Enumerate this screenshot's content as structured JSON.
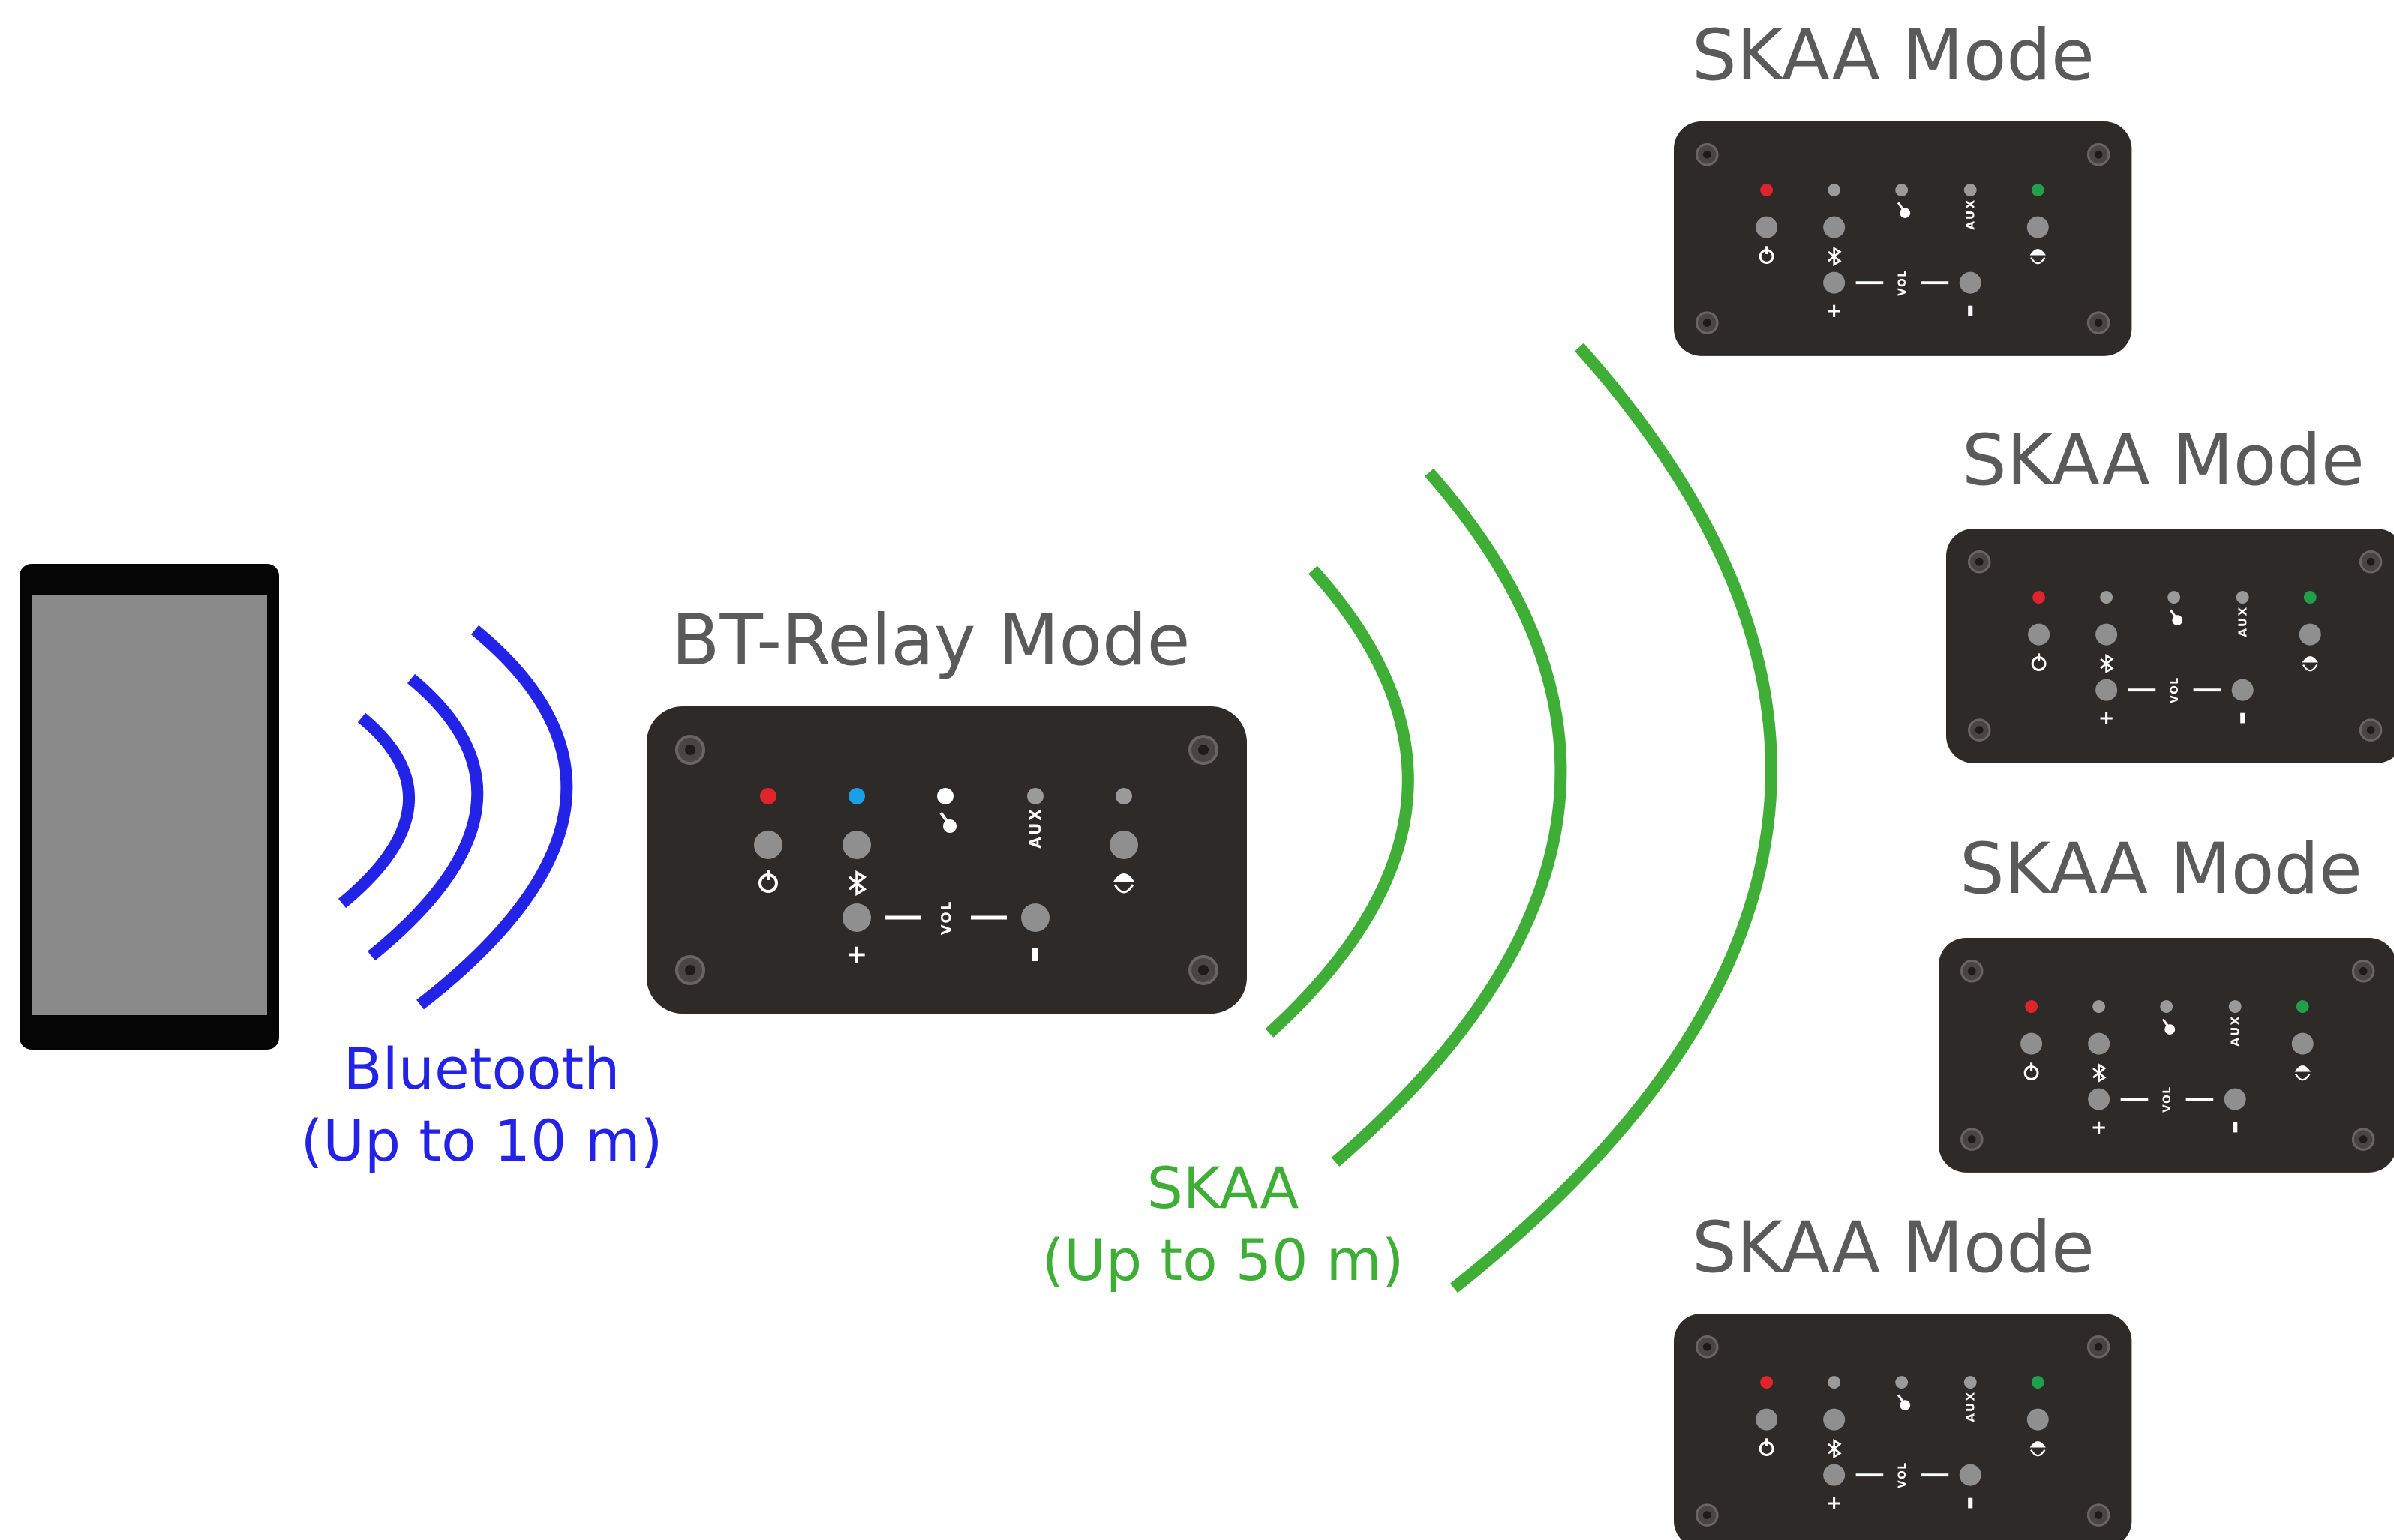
{
  "colors": {
    "bluetooth": "#2323e8",
    "skaa": "#3fae37",
    "panel": "#2e2a28",
    "title": "#5a5a5a",
    "led_red": "#e0242b",
    "led_blue": "#1aa0e6",
    "led_white": "#ffffff",
    "led_green": "#20a04a",
    "led_off": "#9a9a9a"
  },
  "phone": {
    "icon": "smartphone-icon"
  },
  "bluetooth": {
    "label": "Bluetooth",
    "range": "(Up to 10 m)"
  },
  "skaa": {
    "label": "SKAA",
    "range": "(Up to 50 m)"
  },
  "relay": {
    "title": "BT-Relay Mode",
    "aux_text": "AUX",
    "vol_text": "VOL",
    "plus_text": "+",
    "minus_text": "-",
    "leds": [
      "led_red",
      "led_blue",
      "led_white",
      "led_off",
      "led_off"
    ]
  },
  "receivers": [
    {
      "title": "SKAA Mode",
      "leds": [
        "led_red",
        "led_off",
        "led_off",
        "led_off",
        "led_green"
      ]
    },
    {
      "title": "SKAA Mode",
      "leds": [
        "led_red",
        "led_off",
        "led_off",
        "led_off",
        "led_green"
      ]
    },
    {
      "title": "SKAA Mode",
      "leds": [
        "led_red",
        "led_off",
        "led_off",
        "led_off",
        "led_green"
      ]
    },
    {
      "title": "SKAA Mode",
      "leds": [
        "led_red",
        "led_off",
        "led_off",
        "led_off",
        "led_green"
      ]
    }
  ],
  "panel_icons": [
    "power-icon",
    "bluetooth-icon",
    "music-note-icon",
    "aux-icon",
    "skaa-icon"
  ]
}
